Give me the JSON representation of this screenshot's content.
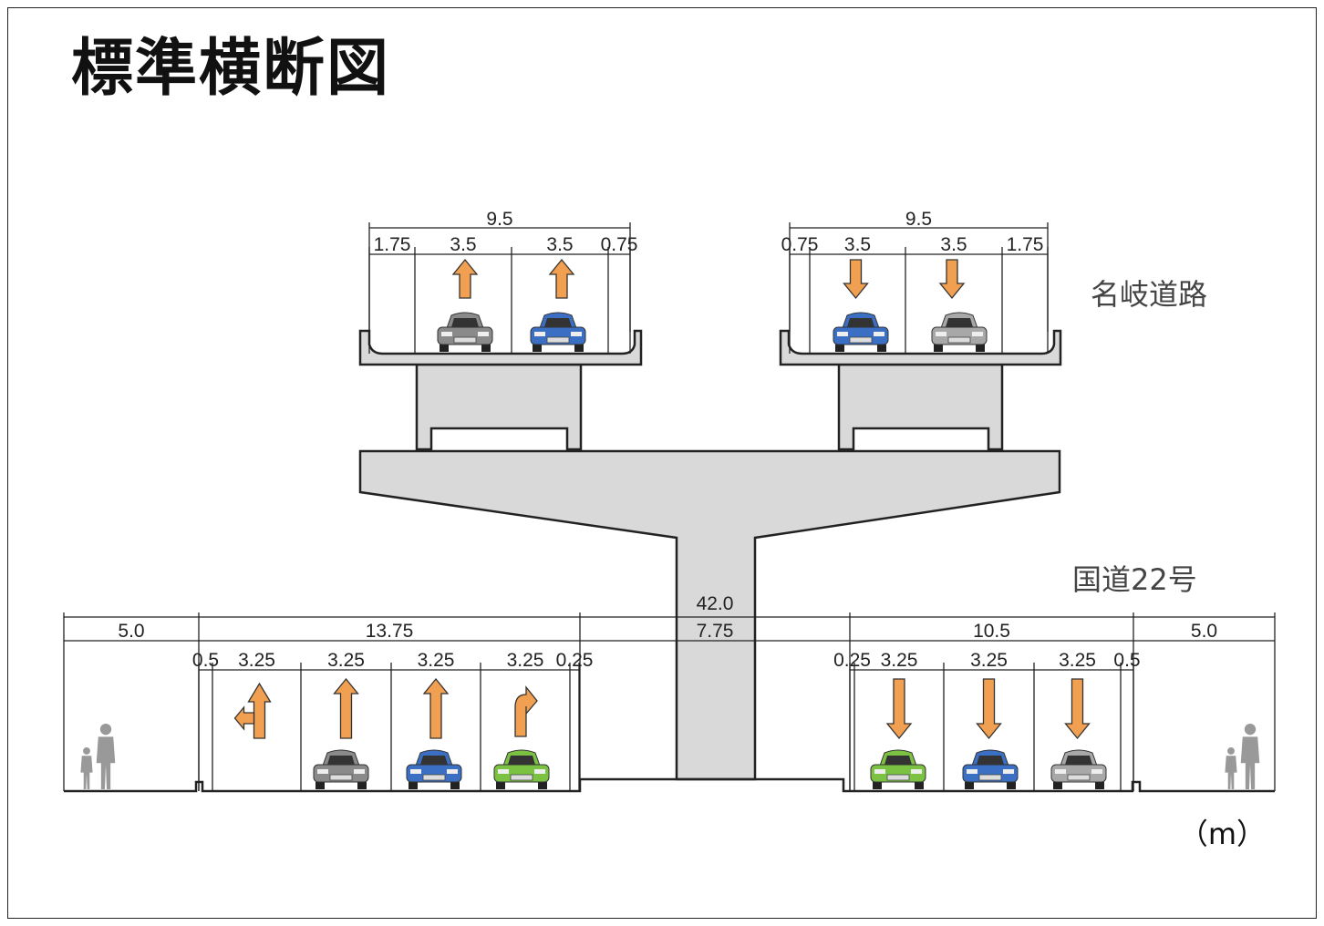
{
  "title": "標準横断図",
  "unit": "（m）",
  "upper_road": {
    "name": "名岐道路",
    "left": {
      "total": "9.5",
      "widths": [
        "1.75",
        "3.5",
        "3.5",
        "0.75"
      ],
      "directions": [
        "up",
        "up"
      ]
    },
    "right": {
      "total": "9.5",
      "widths": [
        "0.75",
        "3.5",
        "3.5",
        "1.75"
      ],
      "directions": [
        "down",
        "down"
      ]
    }
  },
  "lower_road": {
    "name": "国道22号",
    "total": "42.0",
    "segments": [
      "5.0",
      "13.75",
      "7.75",
      "10.5",
      "5.0"
    ],
    "left_lanes": [
      "0.5",
      "3.25",
      "3.25",
      "3.25",
      "3.25",
      "0.25"
    ],
    "right_lanes": [
      "0.25",
      "3.25",
      "3.25",
      "3.25",
      "0.5"
    ],
    "left_directions": [
      "left-straight",
      "up",
      "up",
      "up-right"
    ],
    "right_directions": [
      "down",
      "down",
      "down"
    ]
  },
  "colors": {
    "concrete": "#d9d9d9",
    "arrow": "#f0a050",
    "car_gray": "#8a8a8a",
    "car_blue": "#3a6fc4",
    "car_green": "#7cc242",
    "car_silver": "#a8a8a8"
  }
}
